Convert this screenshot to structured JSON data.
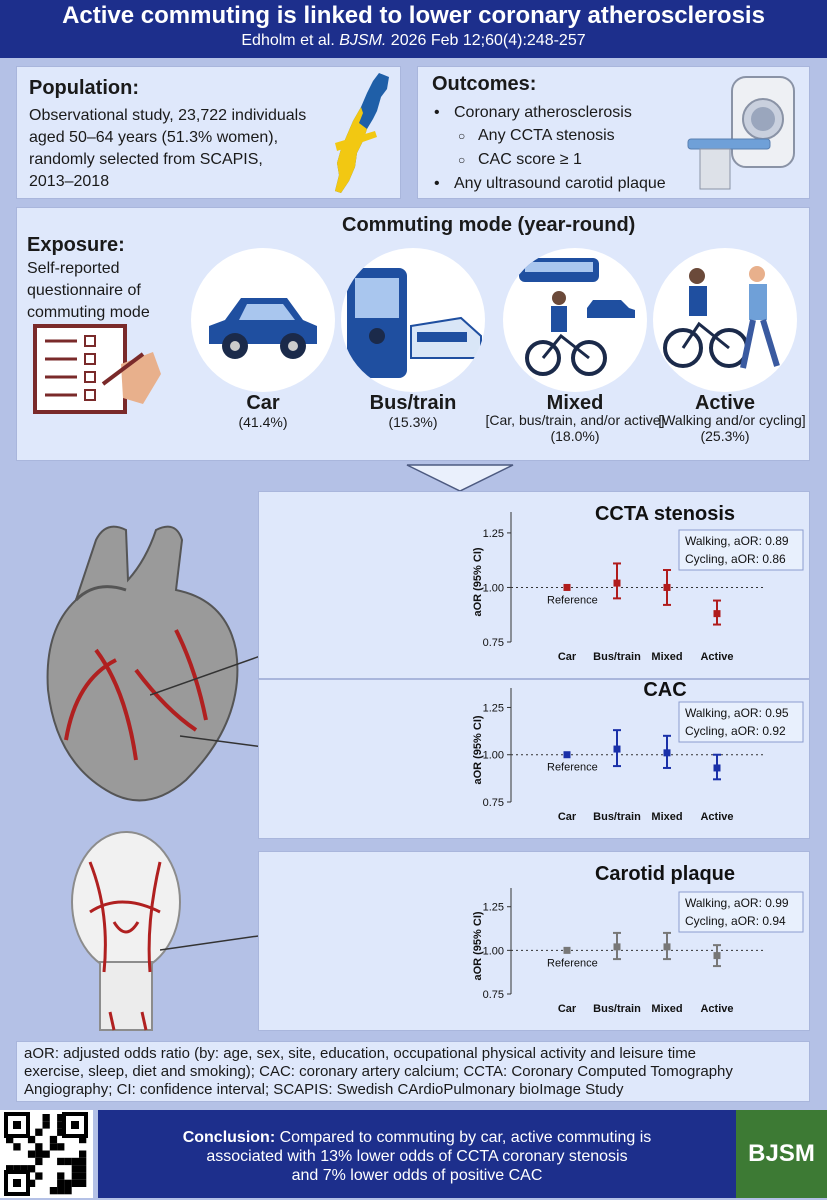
{
  "header": {
    "title": "Active commuting is linked to lower coronary atherosclerosis",
    "citation_pre": "Edholm et al.",
    "citation_journal": "BJSM.",
    "citation_post": "2026 Feb 12;60(4):248-257"
  },
  "population": {
    "heading": "Population:",
    "lines": [
      "Observational study, 23,722 individuals",
      "aged 50–64 years (51.3% women),",
      "randomly selected from SCAPIS,",
      "2013–2018"
    ]
  },
  "outcomes": {
    "heading": "Outcomes:",
    "item1": "Coronary atherosclerosis",
    "sub1": "Any CCTA stenosis",
    "sub2": "CAC score ≥ 1",
    "item2": "Any ultrasound carotid plaque"
  },
  "exposure": {
    "heading": "Exposure:",
    "lines": [
      "Self-reported",
      "questionnaire of",
      "commuting mode"
    ],
    "mode_title": "Commuting mode (year-round)",
    "modes": [
      {
        "label": "Car",
        "desc": "",
        "pct": "(41.4%)"
      },
      {
        "label": "Bus/train",
        "desc": "",
        "pct": "(15.3%)"
      },
      {
        "label": "Mixed",
        "desc": "[Car, bus/train, and/or active]",
        "pct": "(18.0%)"
      },
      {
        "label": "Active",
        "desc": "[Walking and/or cycling]",
        "pct": "(25.3%)"
      }
    ]
  },
  "colors": {
    "header": "#1d2f8c",
    "panel": "#dfe8fb",
    "bg": "#b4c1e6",
    "ccta": "#b01c1c",
    "cac": "#1a30a8",
    "carotid": "#777777",
    "bjsm": "#3d7a34"
  },
  "chart_data": [
    {
      "type": "scatter",
      "title": "CCTA stenosis",
      "ylabel": "aOR (95% CI)",
      "categories": [
        "Car",
        "Bus/train",
        "Mixed",
        "Active"
      ],
      "yticks": [
        "0.75",
        "1.00",
        "1.25"
      ],
      "ylim": [
        0.75,
        1.3
      ],
      "estimates": [
        1.0,
        1.02,
        1.0,
        0.88
      ],
      "ci_low": [
        null,
        0.95,
        0.92,
        0.83
      ],
      "ci_high": [
        null,
        1.11,
        1.08,
        0.94
      ],
      "reference_label": "Reference",
      "legend": [
        "Walking, aOR: 0.89",
        "Cycling, aOR: 0.86"
      ],
      "color": "#b01c1c"
    },
    {
      "type": "scatter",
      "title": "CAC",
      "ylabel": "aOR (95% CI)",
      "categories": [
        "Car",
        "Bus/train",
        "Mixed",
        "Active"
      ],
      "yticks": [
        "0.75",
        "1.00",
        "1.25"
      ],
      "ylim": [
        0.75,
        1.3
      ],
      "estimates": [
        1.0,
        1.03,
        1.01,
        0.93
      ],
      "ci_low": [
        null,
        0.94,
        0.93,
        0.87
      ],
      "ci_high": [
        null,
        1.13,
        1.1,
        1.0
      ],
      "reference_label": "Reference",
      "legend": [
        "Walking, aOR: 0.95",
        "Cycling, aOR: 0.92"
      ],
      "color": "#1a30a8"
    },
    {
      "type": "scatter",
      "title": "Carotid plaque",
      "ylabel": "aOR (95% CI)",
      "categories": [
        "Car",
        "Bus/train",
        "Mixed",
        "Active"
      ],
      "yticks": [
        "0.75",
        "1.00",
        "1.25"
      ],
      "ylim": [
        0.75,
        1.3
      ],
      "estimates": [
        1.0,
        1.02,
        1.02,
        0.97
      ],
      "ci_low": [
        null,
        0.95,
        0.95,
        0.91
      ],
      "ci_high": [
        null,
        1.1,
        1.1,
        1.03
      ],
      "reference_label": "Reference",
      "legend": [
        "Walking, aOR: 0.99",
        "Cycling, aOR: 0.94"
      ],
      "color": "#777777"
    }
  ],
  "footnote": {
    "lines": [
      "aOR: adjusted odds ratio (by: age, sex, site, education, occupational physical activity and leisure time",
      "exercise, sleep, diet and smoking); CAC: coronary artery calcium; CCTA: Coronary Computed Tomography",
      "Angiography; CI: confidence interval;   SCAPIS: Swedish CArdioPulmonary bioImage Study"
    ]
  },
  "conclusion": {
    "label": "Conclusion:",
    "line1": " Compared to commuting by car, active commuting is",
    "line2": "associated with 13% lower odds of CCTA coronary stenosis",
    "line3": "and 7% lower odds of positive CAC"
  },
  "journal_logo": "BJSM"
}
